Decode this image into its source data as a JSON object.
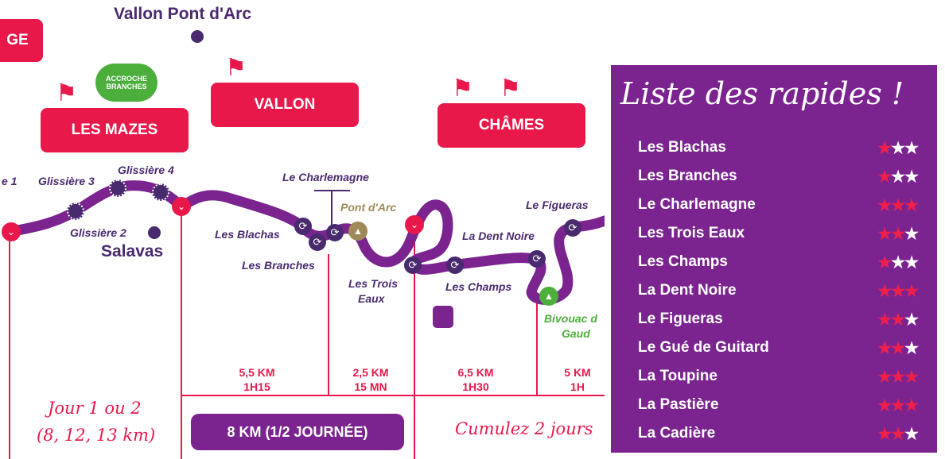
{
  "map": {
    "towns": {
      "vallon_pont_darc": "Vallon Pont d'Arc",
      "salavas": "Salavas"
    },
    "stops": {
      "partial_left": "GE",
      "les_mazes": "LES MAZES",
      "vallon": "VALLON",
      "chames": "CHÂMES"
    },
    "logo_text": "ACCROCHE BRANCHES",
    "rapids_labels": {
      "glissiere1": "e 1",
      "glissiere2": "Glissière 2",
      "glissiere3": "Glissière 3",
      "glissiere4": "Glissière 4",
      "charlemagne": "Le Charlemagne",
      "pont_darc": "Pont d'Arc",
      "blachas": "Les Blachas",
      "branches": "Les Branches",
      "trois_eaux_1": "Les Trois",
      "trois_eaux_2": "Eaux",
      "dent_noire": "La Dent Noire",
      "champs": "Les Champs",
      "figueras": "Le Figueras",
      "bivouac_1": "Bivouac d",
      "bivouac_2": "Gaud"
    },
    "segments": [
      {
        "km": "5,5 KM",
        "time": "1H15"
      },
      {
        "km": "2,5 KM",
        "time": "15 MN"
      },
      {
        "km": "6,5 KM",
        "time": "1H30"
      },
      {
        "km": "5 KM",
        "time": "1H"
      }
    ],
    "day_note_1": "Jour 1 ou 2",
    "day_note_2": "(8, 12, 13 km)",
    "half_day_button": "8 KM (1/2 JOURNÉE)",
    "cumulate_note": "Cumulez 2 jours"
  },
  "rapids_panel": {
    "title": "Liste des rapides !",
    "max_stars": 3,
    "items": [
      {
        "name": "Les Blachas",
        "stars": 1
      },
      {
        "name": "Les Branches",
        "stars": 1
      },
      {
        "name": "Le Charlemagne",
        "stars": 3
      },
      {
        "name": "Les Trois Eaux",
        "stars": 2
      },
      {
        "name": "Les Champs",
        "stars": 1
      },
      {
        "name": "La Dent Noire",
        "stars": 3
      },
      {
        "name": "Le Figueras",
        "stars": 2
      },
      {
        "name": "Le Gué de Guitard",
        "stars": 2
      },
      {
        "name": "La Toupine",
        "stars": 3
      },
      {
        "name": "La Pastière",
        "stars": 3
      },
      {
        "name": "La Cadière",
        "stars": 2
      }
    ]
  },
  "colors": {
    "red": "#e8194a",
    "purple": "#7b2490",
    "dark_purple": "#4a2a6e",
    "green": "#4caf3c"
  }
}
